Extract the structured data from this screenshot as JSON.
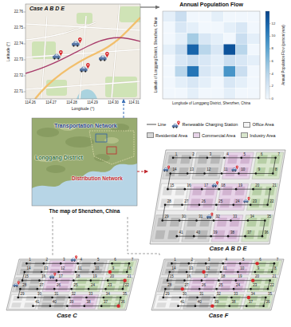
{
  "diagram": {
    "nodes": [
      {
        "text": [
          "Case A B D E"
        ]
      },
      {
        "text": [
          "Annual Population Flow"
        ]
      },
      {
        "text": [
          "Transportation Network",
          "Longgang District",
          "Distribution Network",
          "The map of Shenzhen, China"
        ]
      },
      {
        "text": [
          "Case A B D E"
        ]
      },
      {
        "text": [
          "Case C"
        ]
      },
      {
        "text": [
          "Case F"
        ]
      }
    ],
    "edges": [
      {
        "from": 0,
        "to": 1,
        "arrow": "to"
      },
      {
        "from": 2,
        "to": 0,
        "arrow": "to"
      },
      {
        "from": 2,
        "to": 3,
        "arrow": "to"
      },
      {
        "from": 2,
        "to": 4,
        "arrow": "none"
      },
      {
        "from": 2,
        "to": 5,
        "arrow": "none"
      }
    ],
    "labels": [
      "22.76",
      "22.75",
      "22.74",
      "22.73",
      "22.72",
      "22.71",
      "114.26",
      "114.27",
      "114.28",
      "114.29",
      "114.30",
      "114.31",
      "Latitude (°)",
      "Longitude (°)",
      "Latitude of Longgang District, Shenzhen, China",
      "Longitude of Longgang District, Shenzhen, China",
      "Annual Population Flow (person/year)",
      "12",
      "10",
      "8",
      "6",
      "4",
      "2",
      "0",
      "1",
      "2",
      "3",
      "4",
      "5",
      "6",
      "7",
      "8",
      "9",
      "10",
      "11",
      "12",
      "13",
      "14",
      "15",
      "16",
      "17",
      "18",
      "19",
      "20",
      "21",
      "22",
      "23",
      "24",
      "25",
      "26",
      "27",
      "28",
      "29",
      "30",
      "31",
      "32",
      "33",
      "34",
      "35",
      "36",
      "37",
      "38",
      "39",
      "40",
      "41",
      "1",
      "2",
      "3",
      "4",
      "5",
      "6",
      "7",
      "8",
      "9",
      "10",
      "11",
      "12",
      "13",
      "14",
      "15",
      "16",
      "17",
      "18",
      "19",
      "20",
      "21",
      "22",
      "23",
      "24",
      "25",
      "26",
      "27",
      "28",
      "29",
      "30",
      "31",
      "32",
      "33",
      "34",
      "35",
      "36",
      "37",
      "38",
      "39",
      "40",
      "41",
      "1",
      "2",
      "3",
      "4",
      "5",
      "6",
      "7",
      "8",
      "9",
      "10",
      "11",
      "12",
      "13",
      "14",
      "15",
      "16",
      "17",
      "18",
      "19",
      "20",
      "21",
      "22",
      "23",
      "24",
      "25",
      "26",
      "27",
      "28",
      "29",
      "30",
      "31",
      "32",
      "33",
      "34",
      "35",
      "36",
      "37",
      "38",
      "39",
      "40",
      "41"
    ],
    "legend": [
      {
        "text": "Line"
      },
      {
        "text": "Renewable Charging Station"
      },
      {
        "text": "Office Area",
        "color": "#f4f4f4"
      },
      {
        "text": "Residential Area",
        "color": "#d6d6d6"
      },
      {
        "text": "Commercial Area",
        "color": "#e7d3e8"
      },
      {
        "text": "Industry Area",
        "color": "#d8e6cc"
      }
    ]
  }
}
